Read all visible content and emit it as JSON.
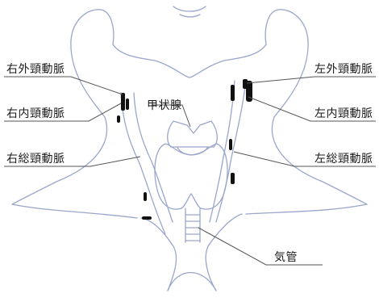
{
  "labels": {
    "right_external_carotid": "右外頸動脈",
    "right_internal_carotid": "右内頸動脈",
    "right_common_carotid": "右総頸動脈",
    "thyroid": "甲状腺",
    "left_external_carotid": "左外頸動脈",
    "left_internal_carotid": "左内頸動脈",
    "left_common_carotid": "左総頸動脈",
    "trachea": "気管"
  },
  "colors": {
    "outline": "#9aa6cc",
    "leader": "#555555",
    "plaque": "#111111",
    "text": "#1a1a1a"
  }
}
